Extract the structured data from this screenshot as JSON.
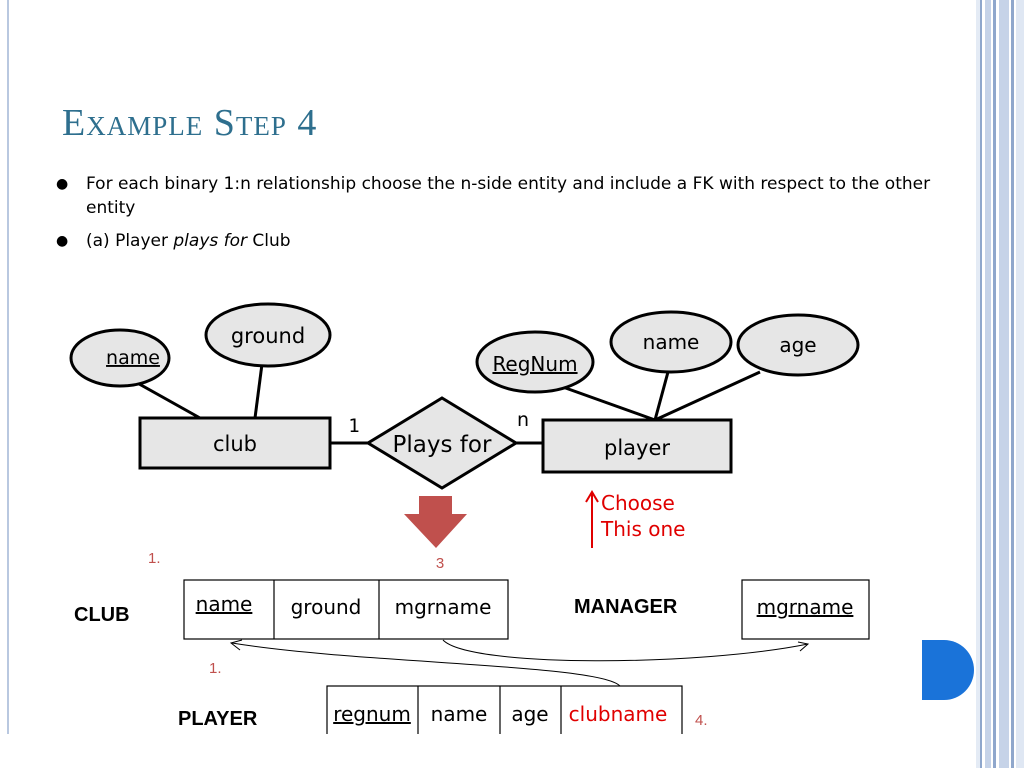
{
  "slide": {
    "title": "Example Step 4",
    "bullets": {
      "b1": "For each binary 1:n relationship choose the n-side entity and include a FK with respect to the other entity",
      "b2_prefix": "(a) Player ",
      "b2_italic": "plays for",
      "b2_suffix": " Club"
    }
  },
  "er": {
    "club_entity": "club",
    "club_attr_name": "name",
    "club_attr_ground": "ground",
    "relationship": "Plays for",
    "card_club": "1",
    "card_player": "n",
    "player_entity": "player",
    "player_attr_regnum": "RegNum",
    "player_attr_name": "name",
    "player_attr_age": "age",
    "choose_line1": "Choose",
    "choose_line2": "This one"
  },
  "relations": {
    "step_label_club": "1.",
    "arrow_label": "3",
    "step_label_player": "1.",
    "step_label_fk": "4.",
    "club": {
      "label": "CLUB",
      "cols": [
        "name",
        "ground",
        "mgrname"
      ]
    },
    "manager": {
      "label": "MANAGER",
      "cols": [
        "mgrname"
      ]
    },
    "player": {
      "label": "PLAYER",
      "cols": [
        "regnum",
        "name",
        "age",
        "clubname"
      ]
    }
  },
  "colors": {
    "title": "#2e6f8e",
    "entity_fill": "#e6e6e6",
    "arrow": "#c0504d",
    "red_text": "#e00000",
    "label_red": "#c0504d"
  }
}
